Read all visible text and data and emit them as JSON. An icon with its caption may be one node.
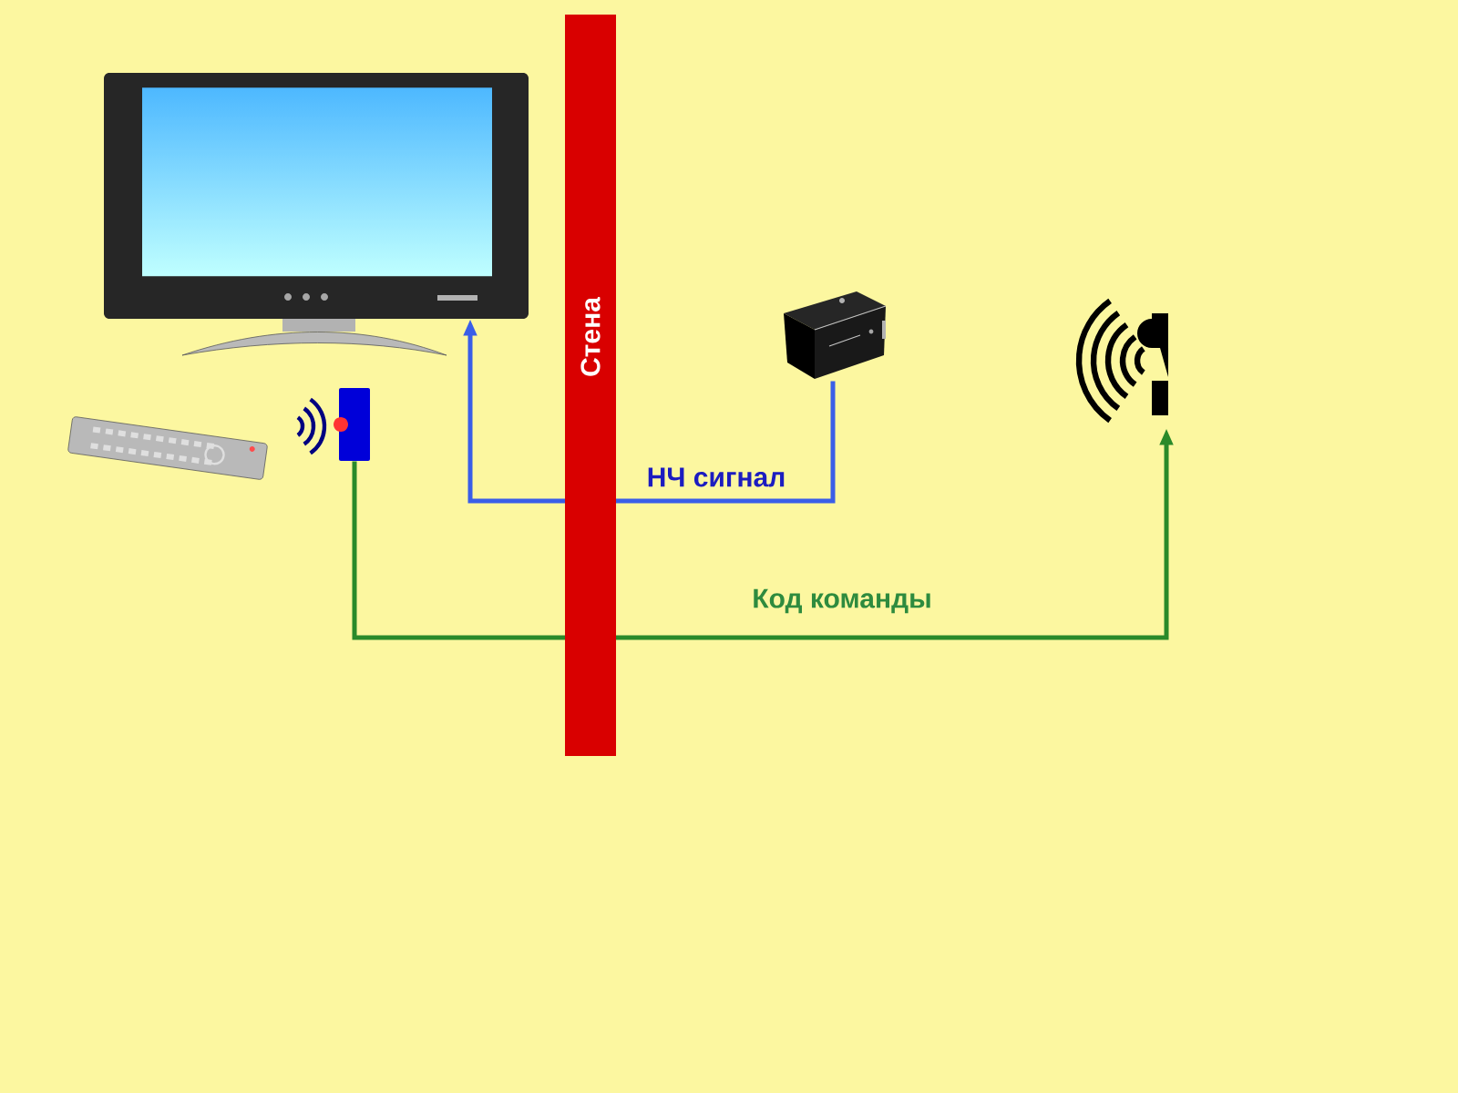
{
  "diagram": {
    "nodes": [
      {
        "text": [],
        "shape": "picture"
      },
      {
        "text": [],
        "shape": "picture"
      },
      {
        "text": [],
        "shape": "box"
      },
      {
        "text": [],
        "shape": "picture"
      }
    ],
    "edges": [
      {
        "from": 1,
        "to": 0,
        "arrow": "to",
        "label": "НЧ сигнал",
        "color": "#3a5ee8"
      },
      {
        "from": 2,
        "to": 3,
        "arrow": "to",
        "label": "Код команды",
        "color": "#2a8a2a"
      }
    ],
    "labels": [
      "Стена"
    ]
  }
}
